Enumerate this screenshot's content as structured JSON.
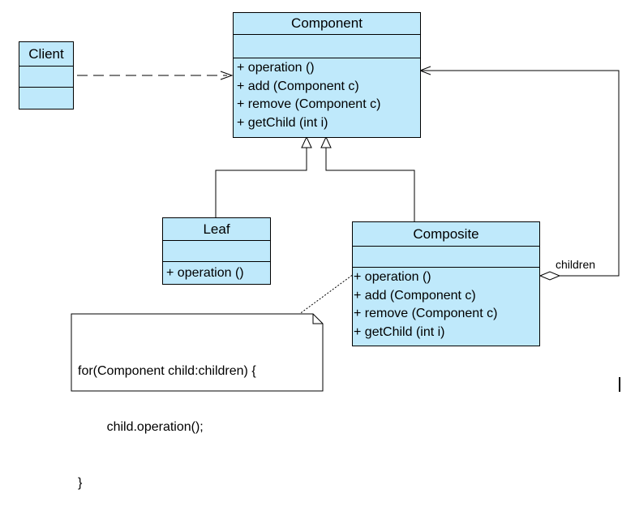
{
  "classes": {
    "component": {
      "name": "Component",
      "operations": [
        "+ operation ()",
        "+ add (Component c)",
        "+ remove (Component c)",
        "+ getChild (int i)"
      ]
    },
    "client": {
      "name": "Client"
    },
    "leaf": {
      "name": "Leaf",
      "operations": [
        "+ operation ()"
      ]
    },
    "composite": {
      "name": "Composite",
      "operations": [
        "+ operation ()",
        "+ add (Component c)",
        "+ remove (Component c)",
        "+ getChild (int i)"
      ]
    }
  },
  "relations": {
    "children_label": "children"
  },
  "note": {
    "lines": [
      "for(Component child:children) {",
      "        child.operation();",
      "}"
    ]
  },
  "colors": {
    "class_fill": "#bfe9fb",
    "line": "#000000"
  }
}
